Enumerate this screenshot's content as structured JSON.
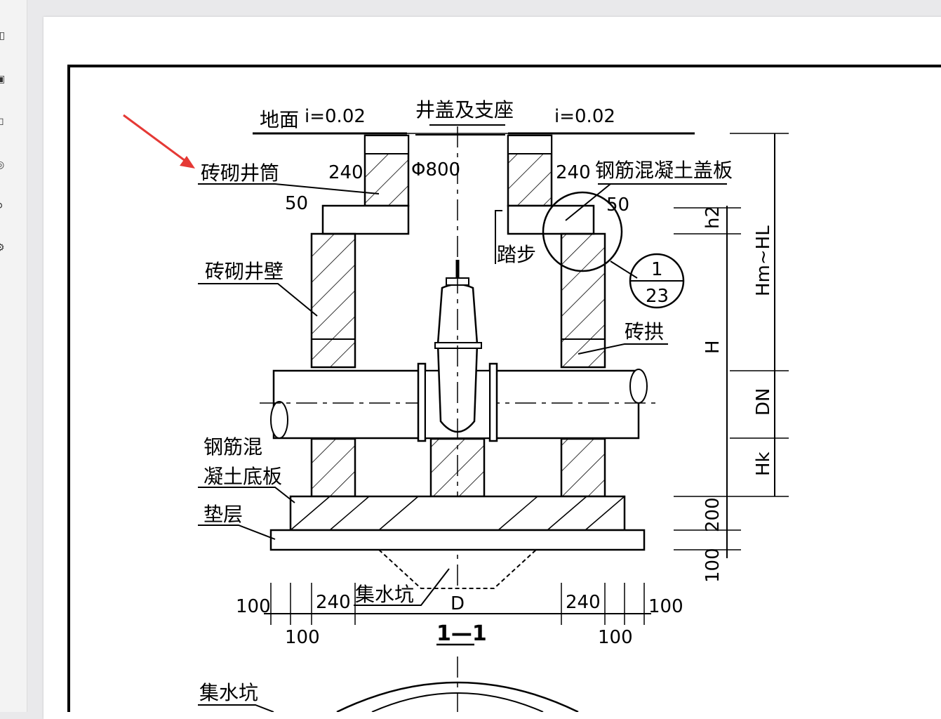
{
  "sidebar": {
    "icons": [
      "window-icon",
      "image-icon",
      "bookmark-icon",
      "link-icon",
      "person-icon",
      "settings-icon"
    ]
  },
  "drawing": {
    "labels": {
      "ground": "地面",
      "slope_left": "i=0.02",
      "slope_right": "i=0.02",
      "cover_seat": "井盖及支座",
      "brick_shaft": "砖砌井筒",
      "diameter": "Φ800",
      "rc_cover_slab": "钢筋混凝土盖板",
      "step": "踏步",
      "brick_wall": "砖砌井壁",
      "brick_arch": "砖拱",
      "rc_base_line1": "钢筋混",
      "rc_base_line2": "凝土底板",
      "cushion": "垫层",
      "sump": "集水坑",
      "sump_plan": "集水坑",
      "section_title": "1—1",
      "detail_num": "1",
      "detail_sheet": "23"
    },
    "dims": {
      "shaft_wall_left": "240",
      "shaft_wall_right": "240",
      "offset_left": "50",
      "offset_right": "50",
      "h2": "h2",
      "hm_hl": "Hm~HL",
      "h": "H",
      "dn": "DN",
      "hk": "Hk",
      "base": "200",
      "cushion": "100",
      "bottom_left_100a": "100",
      "bottom_left_100b": "100",
      "bottom_left_240": "240",
      "bottom_d": "D",
      "bottom_right_240": "240",
      "bottom_right_100a": "100",
      "bottom_right_100b": "100"
    },
    "annotation_color": "#e53935"
  }
}
